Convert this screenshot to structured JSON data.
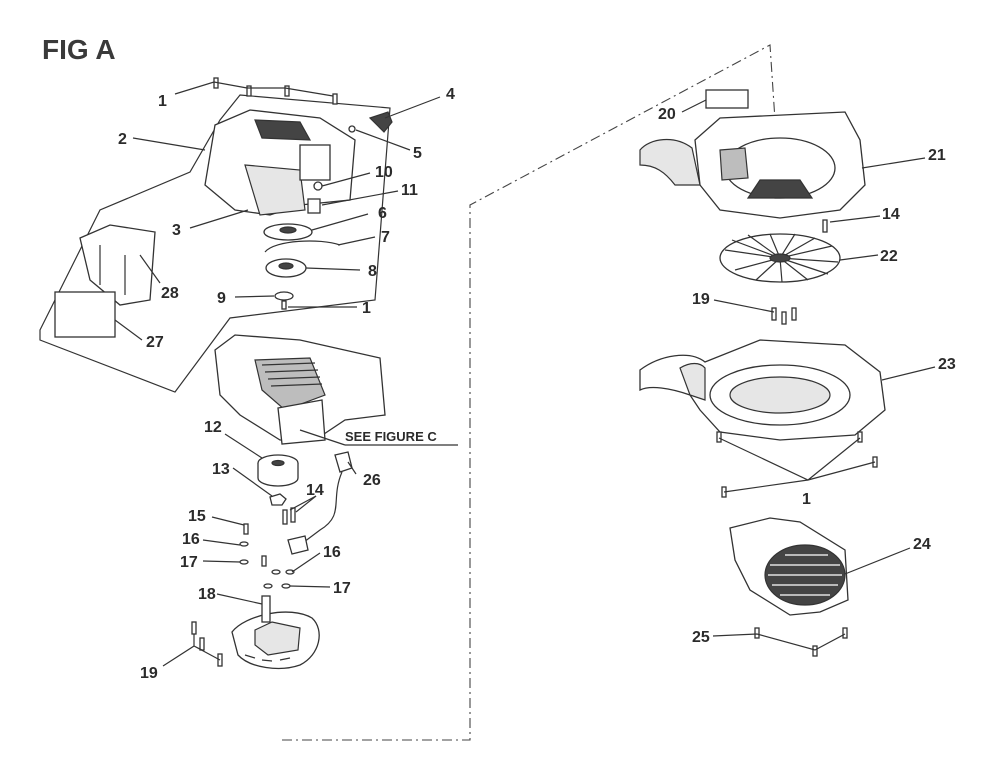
{
  "figure_title": "FIG A",
  "see_note": "SEE FIGURE C",
  "callouts": {
    "c1a": "1",
    "c1b": "1",
    "c1c": "1",
    "c2": "2",
    "c3": "3",
    "c4": "4",
    "c5": "5",
    "c6": "6",
    "c7": "7",
    "c8": "8",
    "c9": "9",
    "c10": "10",
    "c11": "11",
    "c12": "12",
    "c13": "13",
    "c14a": "14",
    "c14b": "14",
    "c15": "15",
    "c16a": "16",
    "c16b": "16",
    "c17a": "17",
    "c17b": "17",
    "c18": "18",
    "c19a": "19",
    "c19b": "19",
    "c20": "20",
    "c21": "21",
    "c22": "22",
    "c23": "23",
    "c24": "24",
    "c25": "25",
    "c26": "26",
    "c27": "27",
    "c28": "28"
  }
}
